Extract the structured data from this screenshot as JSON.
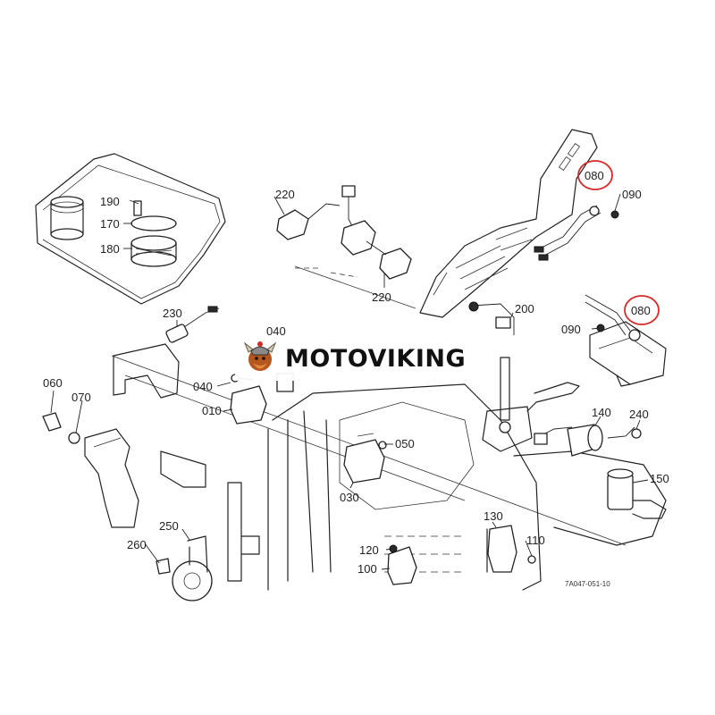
{
  "callouts": {
    "c010": "010",
    "c030": "030",
    "c040a": "040",
    "c040b": "040",
    "c050": "050",
    "c060": "060",
    "c070": "070",
    "c080a": "080",
    "c080b": "080",
    "c090a": "090",
    "c090b": "090",
    "c100": "100",
    "c110": "110",
    "c120": "120",
    "c130": "130",
    "c140": "140",
    "c150": "150",
    "c170": "170",
    "c180": "180",
    "c190": "190",
    "c200": "200",
    "c220a": "220",
    "c220b": "220",
    "c230": "230",
    "c240": "240",
    "c250": "250",
    "c260": "260"
  },
  "drawing_ref": "7A047-051-10",
  "watermark": {
    "brand": "MOTOVIKING"
  },
  "colors": {
    "highlight": "#d42a2a",
    "line": "#222222"
  }
}
